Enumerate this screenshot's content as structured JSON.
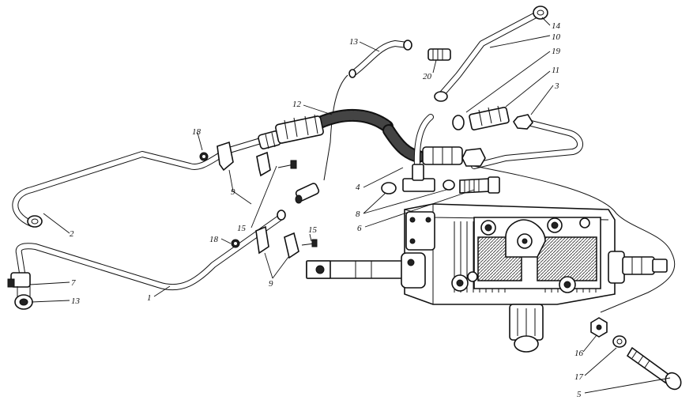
{
  "callouts": {
    "c14": "14",
    "c10": "10",
    "c13a": "13",
    "c19": "19",
    "c20": "20",
    "c11": "11",
    "c3": "3",
    "c12": "12",
    "c18a": "18",
    "c4": "4",
    "c9a": "9",
    "c8": "8",
    "c6": "6",
    "c2": "2",
    "c15a": "15",
    "c15b": "15",
    "c18b": "18",
    "c9b": "9",
    "c7": "7",
    "c13b": "13",
    "c1": "1",
    "c16": "16",
    "c17": "17",
    "c5": "5"
  }
}
